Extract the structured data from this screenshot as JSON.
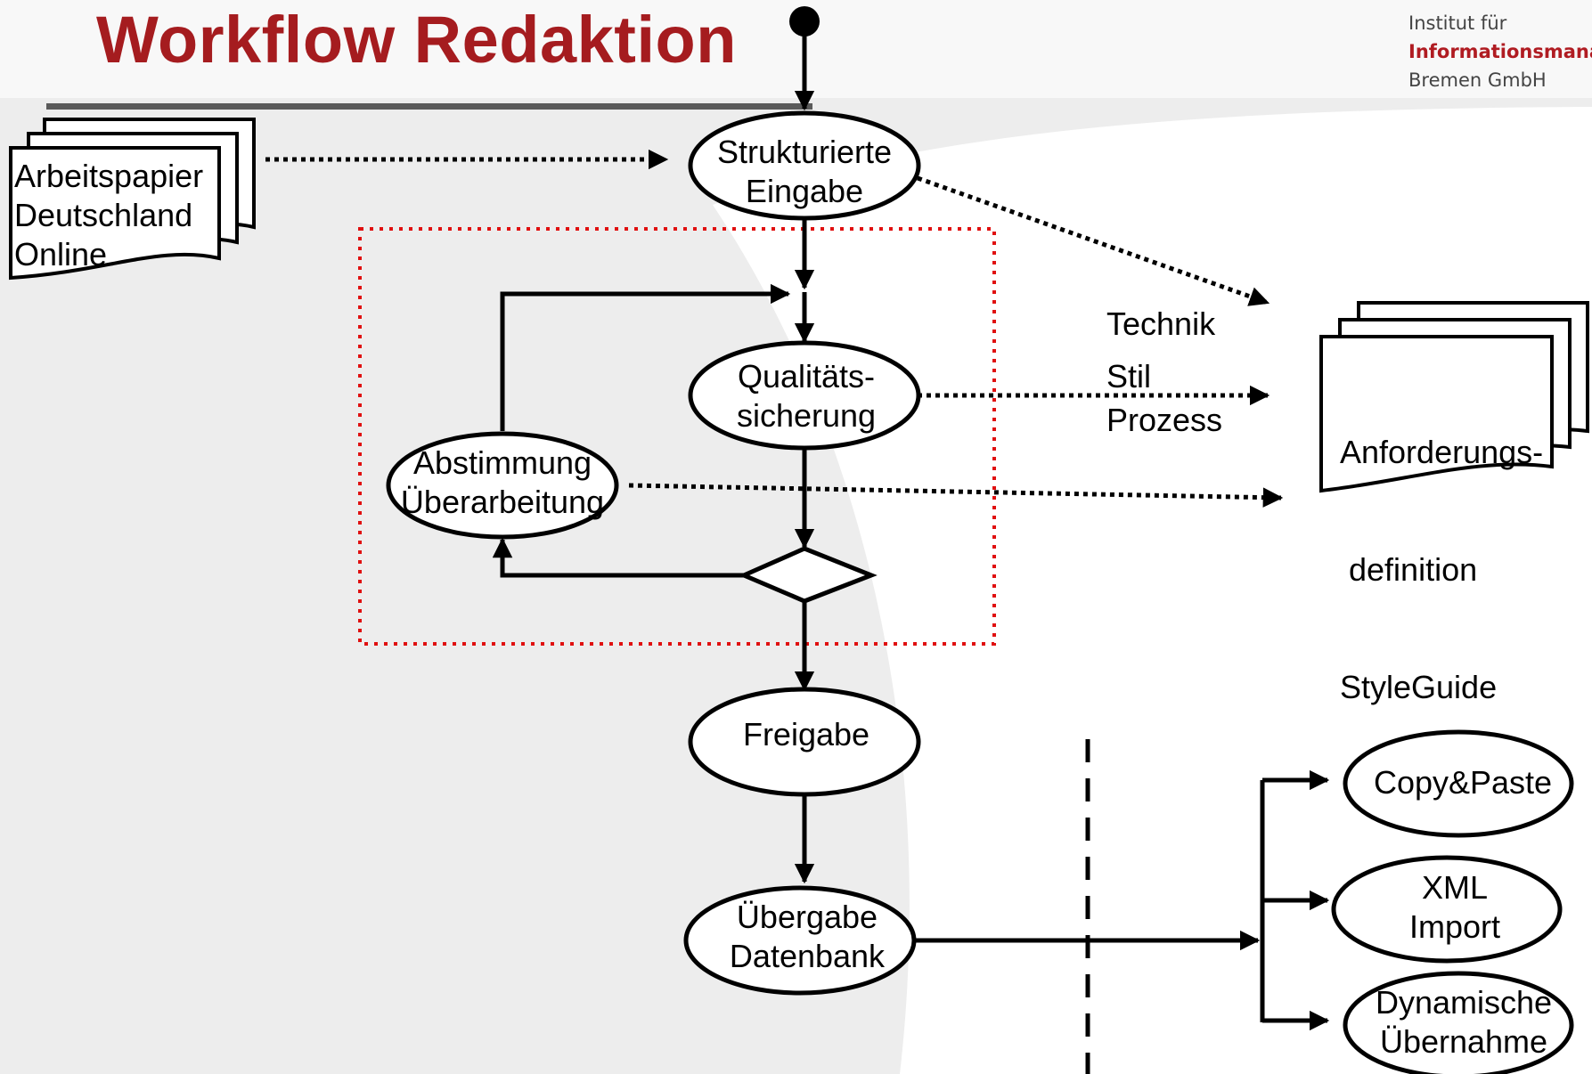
{
  "title": "Workflow Redaktion",
  "logo": {
    "line1": "Institut für",
    "line2": "Informationsmanagem",
    "line3": "Bremen GmbH"
  },
  "documents": {
    "source": {
      "line1": "Arbeitspapier",
      "line2": "Deutschland",
      "line3": "Online"
    },
    "target": {
      "line1": "Anforderungs-",
      "line2": " definition",
      "line3": "StyleGuide"
    }
  },
  "nodes": {
    "structured_input": {
      "line1": "Strukturierte",
      "line2": "Eingabe"
    },
    "quality_assurance": {
      "line1": "Qualitäts-",
      "line2": "sicherung"
    },
    "review": {
      "line1": "Abstimmung",
      "line2": "Überarbeitung"
    },
    "release": {
      "line1": "Freigabe"
    },
    "db_transfer": {
      "line1": "Übergabe",
      "line2": "Datenbank"
    },
    "copy_paste": {
      "line1": "Copy&Paste"
    },
    "xml_import": {
      "line1": "XML",
      "line2": "Import"
    },
    "dynamic": {
      "line1": "Dynamische",
      "line2": "Übernahme"
    }
  },
  "aspects": [
    "Technik",
    "Stil",
    "Prozess"
  ],
  "colors": {
    "title": "#a51c1f",
    "dotted_box": "#e01010",
    "stroke": "#000000"
  }
}
